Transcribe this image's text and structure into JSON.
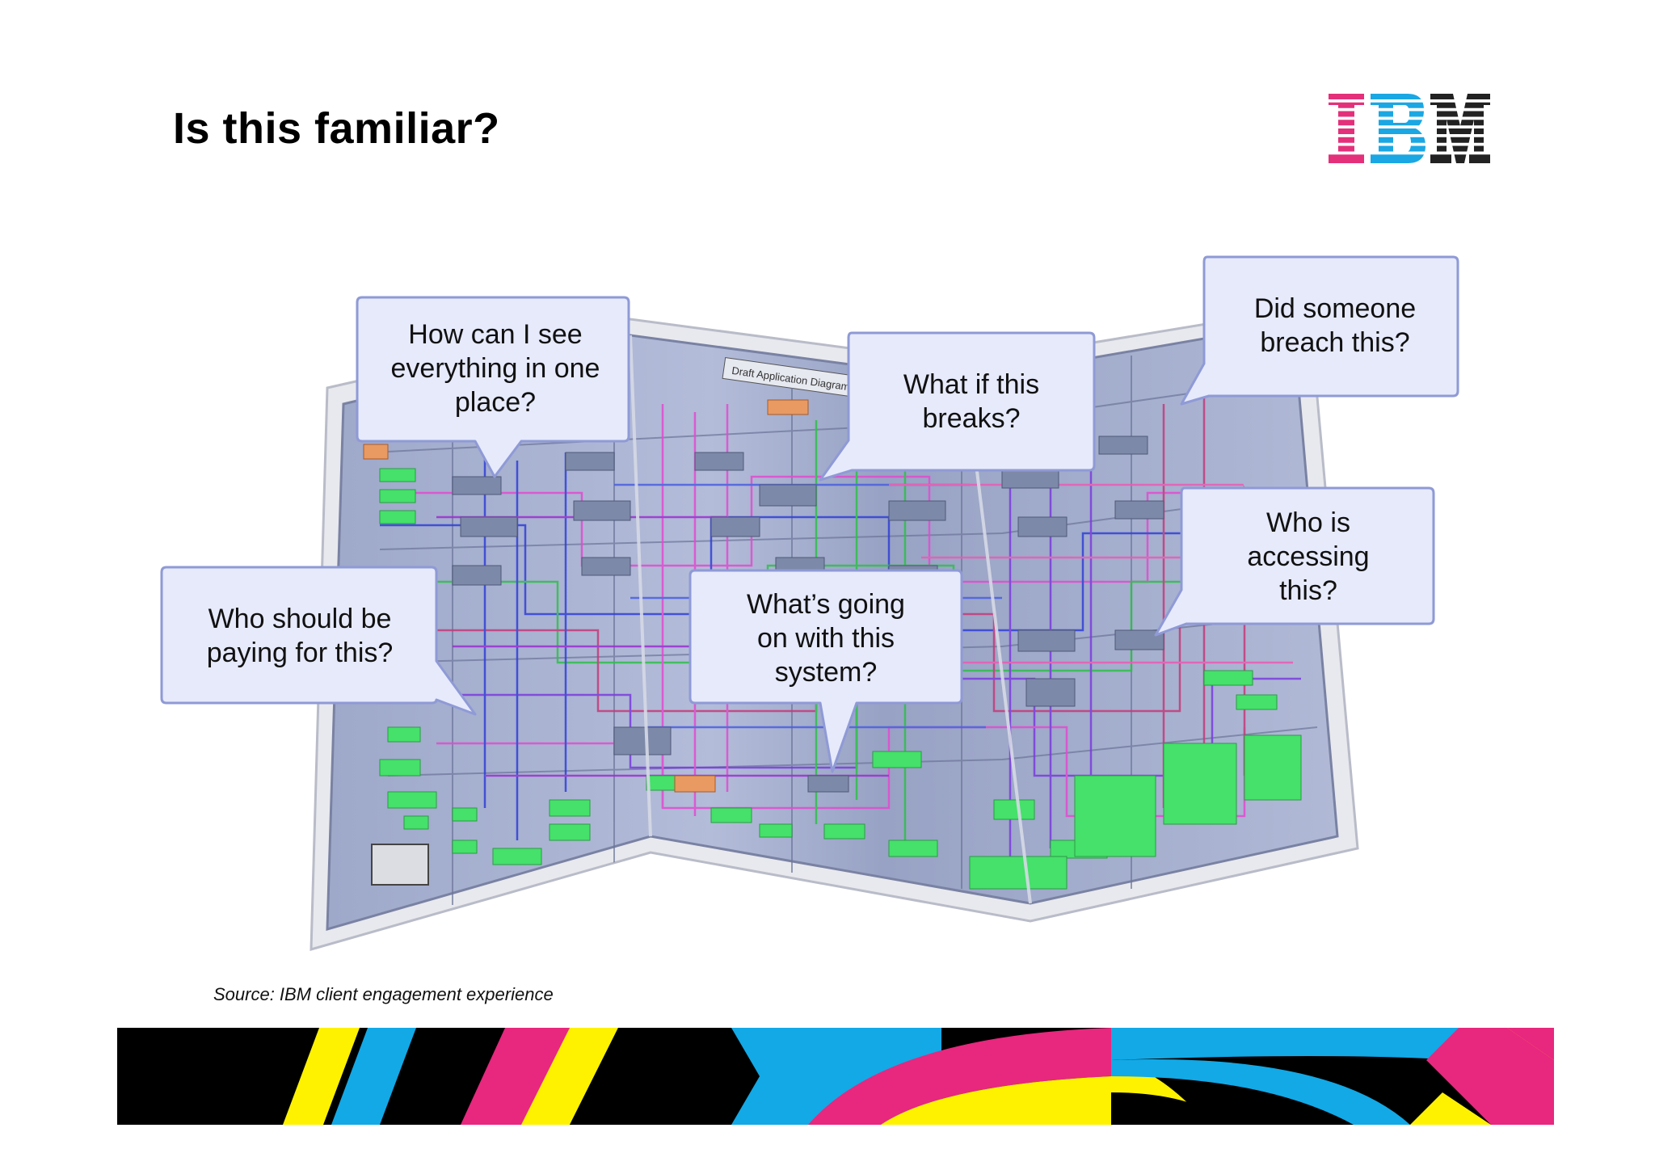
{
  "slide": {
    "title": "Is this familiar?",
    "source": "Source: IBM client engagement experience"
  },
  "logo": {
    "text": "IBM",
    "icon": "ibm-striped-logo",
    "colors": {
      "I": "#e4307a",
      "B": "#1aa7e3",
      "M": "#222222"
    }
  },
  "diagram": {
    "icon": "folded-map-architecture-diagram",
    "header_text": "Draft Application Diagram"
  },
  "bubbles": [
    {
      "id": "see-everything",
      "text": "How can I see everything in one place?"
    },
    {
      "id": "what-if-breaks",
      "text": "What if this breaks?"
    },
    {
      "id": "breach",
      "text": "Did someone breach this?"
    },
    {
      "id": "who-accessing",
      "text": "Who is accessing this?"
    },
    {
      "id": "whats-going-on",
      "text": "What’s going on with this system?"
    },
    {
      "id": "who-paying",
      "text": "Who should be paying for this?"
    }
  ],
  "colors": {
    "bubble_fill": "#e6eafb",
    "bubble_border": "#8f9ad6",
    "map_bg": "#a9b2d0",
    "box_green": "#45e16a",
    "box_slate": "#7d89a8",
    "band_black": "#000000",
    "band_yellow": "#fff200",
    "band_cyan": "#12a9e6",
    "band_magenta": "#e8277e"
  }
}
